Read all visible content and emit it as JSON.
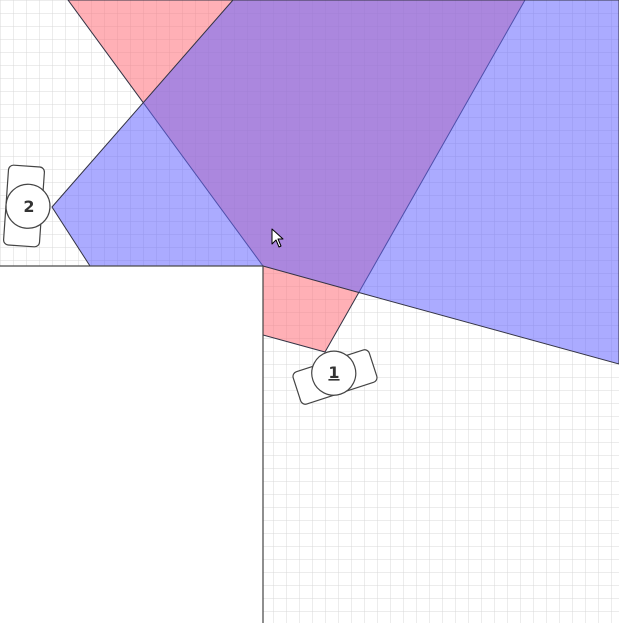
{
  "colors": {
    "grid_line": "#d4d4d4",
    "wall_fill": "#ffffff",
    "wall_edge": "#444444",
    "view_cone_1": "#ff6f7a",
    "view_cone_2": "#6666ff",
    "cone_outline": "#333344"
  },
  "cameras": [
    {
      "id": "camera-1",
      "label": "1",
      "underlined": true,
      "icon": "camera-icon"
    },
    {
      "id": "camera-2",
      "label": "2",
      "underlined": false,
      "icon": "camera-icon"
    }
  ],
  "cursor": {
    "icon": "mouse-pointer-icon"
  }
}
